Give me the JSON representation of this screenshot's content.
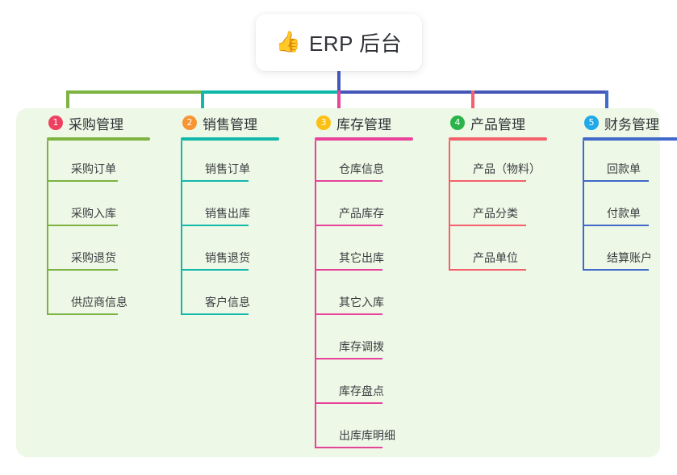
{
  "diagram": {
    "type": "mind-map",
    "root": {
      "icon": "thumbs-up-icon",
      "emoji": "👍",
      "title": "ERP 后台"
    },
    "trunk_color": "#4456b8",
    "panel_color": "#eef8e6",
    "connector_segments": [
      {
        "name": "green-segment",
        "color": "#7cb342"
      },
      {
        "name": "teal-segment",
        "color": "#0fb8ab"
      },
      {
        "name": "indigo-segment",
        "color": "#4456b8"
      }
    ],
    "columns": [
      {
        "index": "1",
        "title": "采购管理",
        "badge_color": "#ef4060",
        "line_color": "#7cb342",
        "drop_color": "#7cb342",
        "items": [
          "采购订单",
          "采购入库",
          "采购退货",
          "供应商信息"
        ]
      },
      {
        "index": "2",
        "title": "销售管理",
        "badge_color": "#f79433",
        "line_color": "#14b8ab",
        "drop_color": "#14b8ab",
        "items": [
          "销售订单",
          "销售出库",
          "销售退货",
          "客户信息"
        ]
      },
      {
        "index": "3",
        "title": "库存管理",
        "badge_color": "#fcc013",
        "line_color": "#e8439a",
        "drop_color": "#e8439a",
        "items": [
          "仓库信息",
          "产品库存",
          "其它出库",
          "其它入库",
          "库存调拨",
          "库存盘点",
          "出库库明细"
        ]
      },
      {
        "index": "4",
        "title": "产品管理",
        "badge_color": "#2bb44a",
        "line_color": "#f4616c",
        "drop_color": "#f4616c",
        "items": [
          "产品（物料）",
          "产品分类",
          "产品单位"
        ]
      },
      {
        "index": "5",
        "title": "财务管理",
        "badge_color": "#20a8e8",
        "line_color": "#4169c9",
        "drop_color": "#4169c9",
        "items": [
          "回款单",
          "付款单",
          "结算账户"
        ]
      }
    ]
  }
}
